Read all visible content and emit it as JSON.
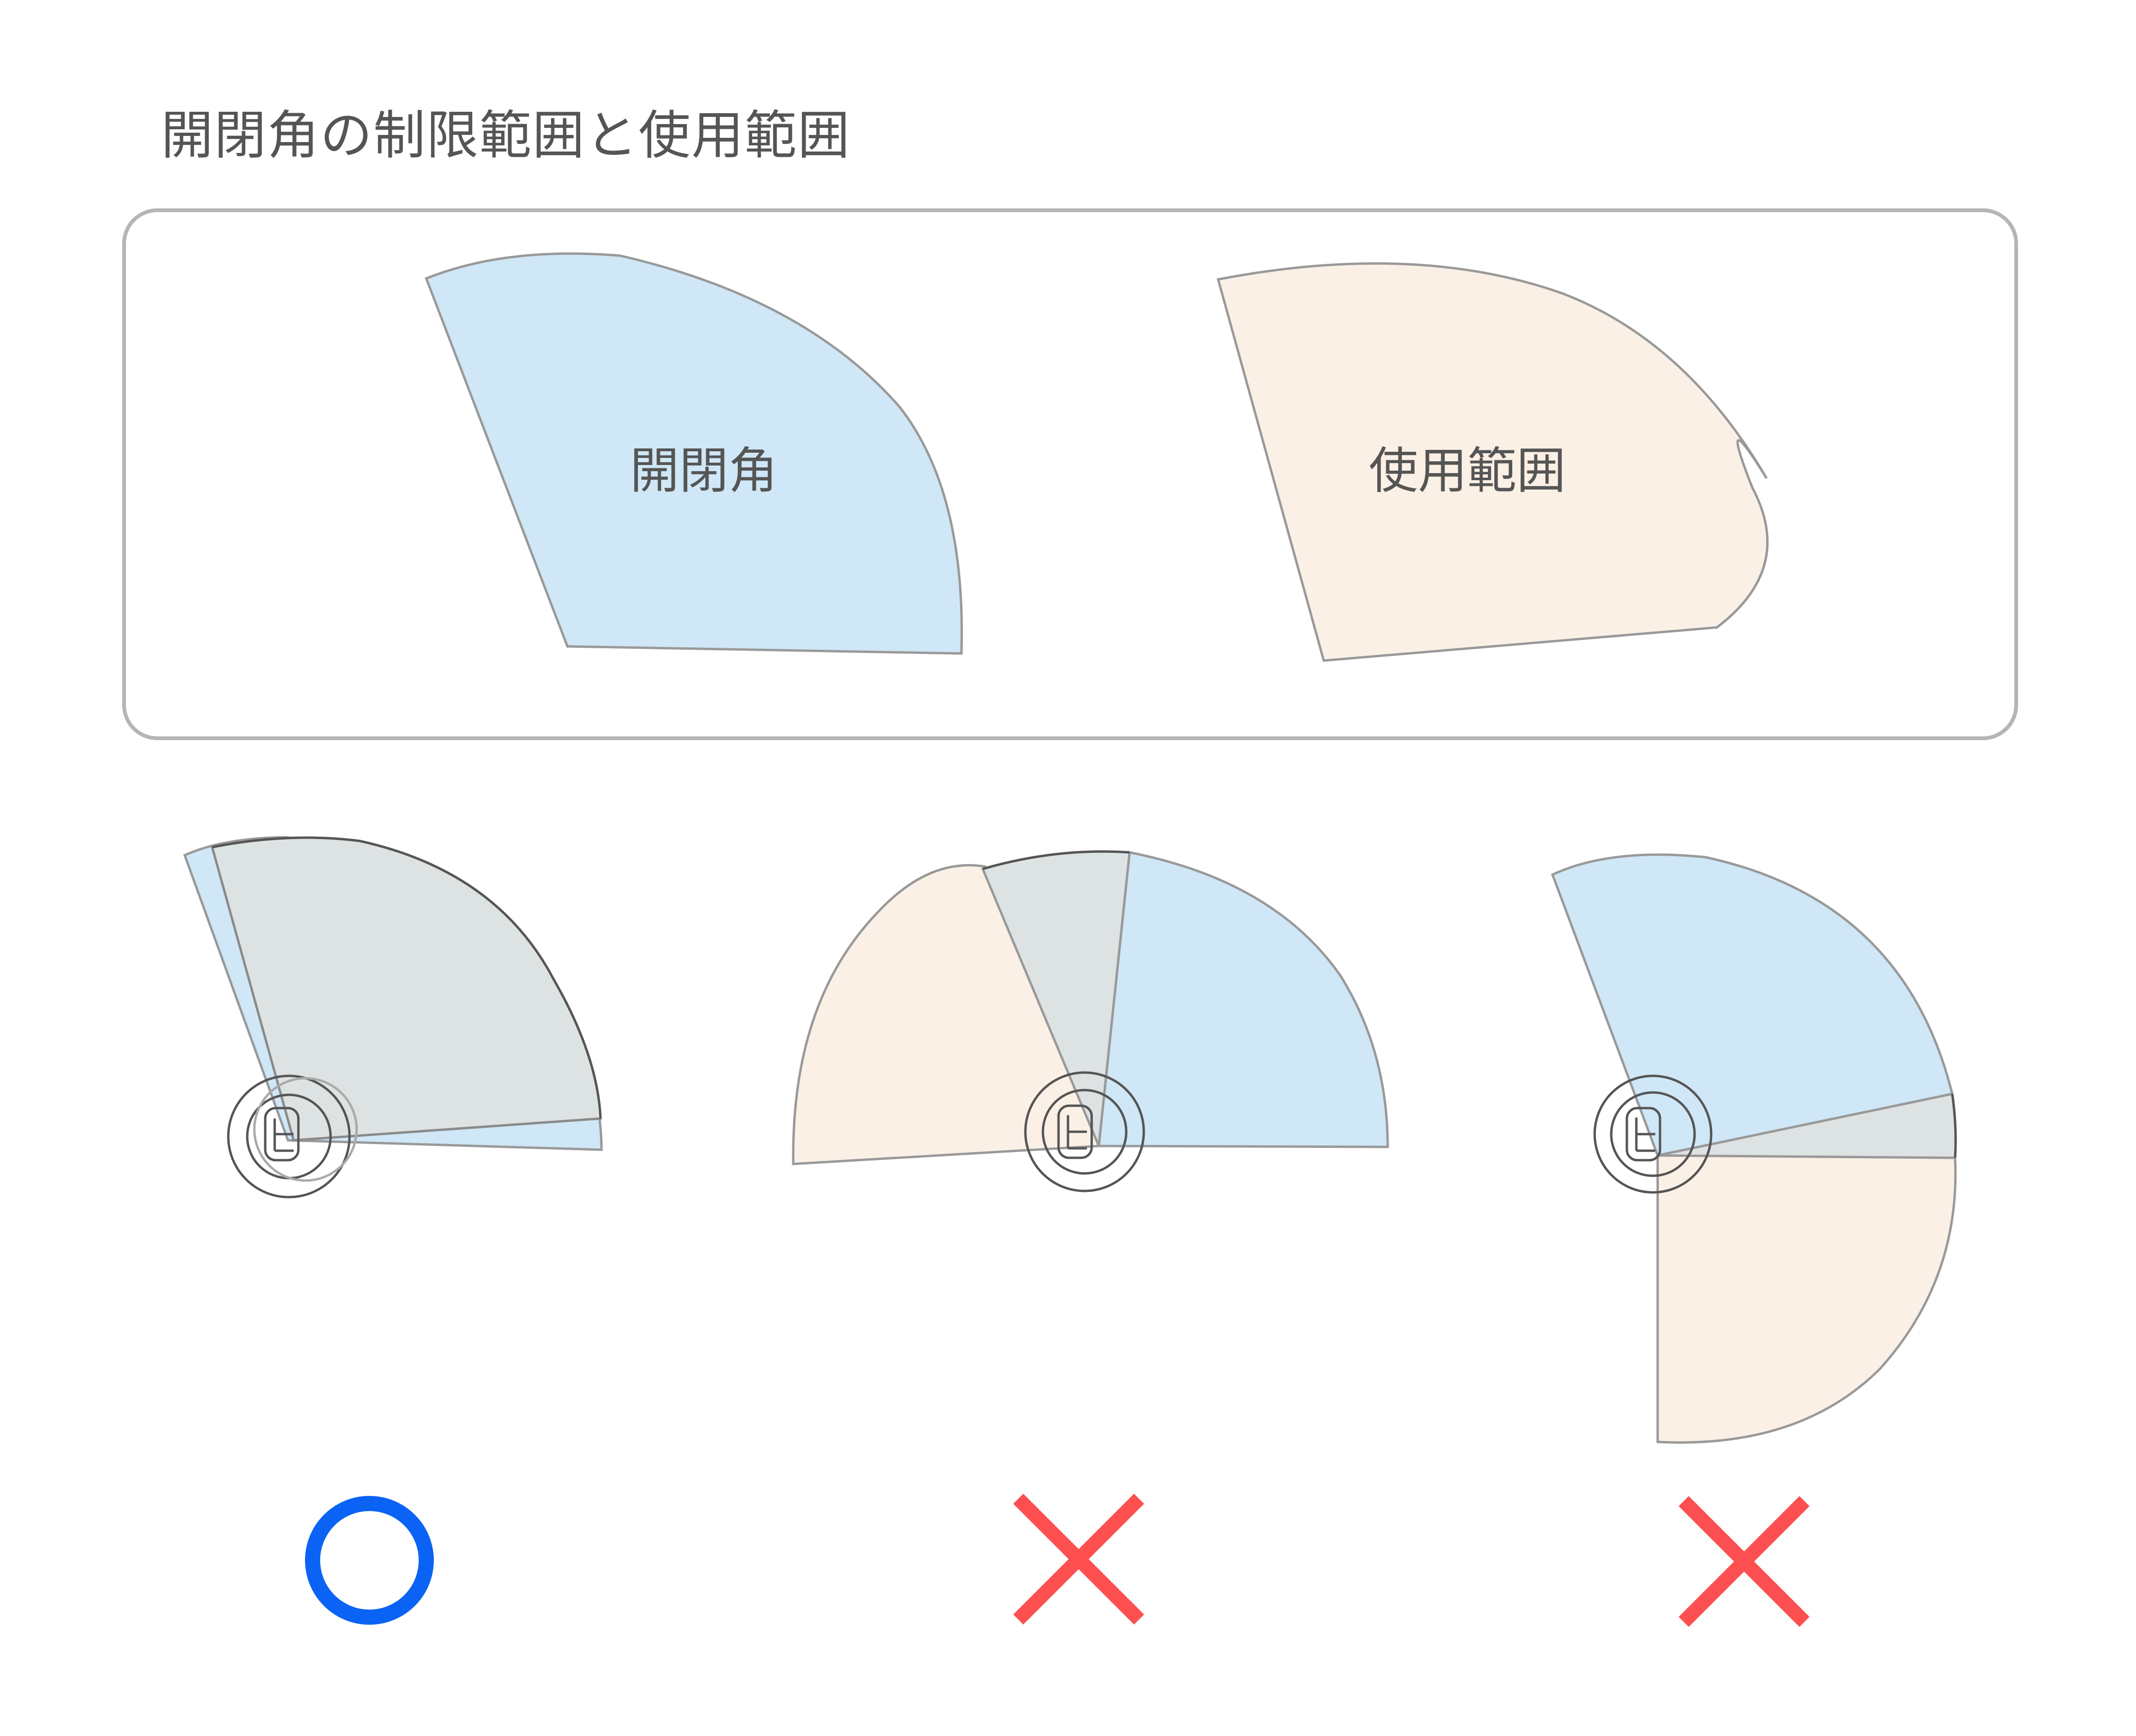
{
  "title": "開閉角の制限範囲と使用範囲",
  "legend": {
    "opening_angle_label": "開閉角",
    "usage_range_label": "使用範囲"
  },
  "colors": {
    "opening_angle_fill": "#cfe7f6",
    "usage_range_fill": "#fbf0e6",
    "overlap_fill": "#dde2e3",
    "outline": "#999999",
    "correct_mark": "#0a63f4",
    "wrong_mark": "#fd4f4f"
  },
  "examples": [
    {
      "verdict": "correct",
      "mark_icon": "circle-icon"
    },
    {
      "verdict": "incorrect",
      "mark_icon": "cross-icon"
    },
    {
      "verdict": "incorrect",
      "mark_icon": "cross-icon"
    }
  ]
}
